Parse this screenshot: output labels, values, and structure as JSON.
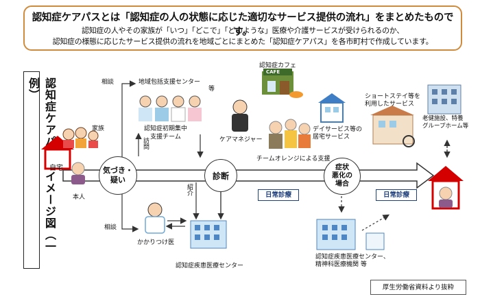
{
  "header": {
    "title": "認知症ケアパスとは「認知症の人の状態に応じた適切なサービス提供の流れ」をまとめたものです。",
    "line1": "認知症の人やその家族が「いつ」「どこで」「どのような」医療や介護サービスが受けられるのか、",
    "line2": "認知症の様態に応じたサービス提供の流れを地域ごとにまとめた「認知症ケアパス」を各市町村で作成しています。"
  },
  "sidebar": {
    "title": "認知症ケアパスのイメージ図（一例）"
  },
  "nodes": {
    "home": "自宅",
    "family": "家族",
    "person": "本人",
    "notice": "気づき・\n疑い",
    "diagnosis": "診断",
    "worsen": "症状\n悪化の\n場合",
    "consult_top": "相談",
    "consult_bottom": "相談",
    "visit": "訪問",
    "referral": "紹介",
    "chiiki": "地域包括支援センター",
    "chiiki_suffix": "等",
    "initial_team": "認知症初期集中\n支援チーム",
    "care_manager": "ケアマネジャー",
    "cafe": "認知症カフェ",
    "cafe_sign": "CAFE",
    "orange": "チームオレンジによる支援",
    "day_service": "デイサービス等の\n居宅サービス",
    "short_stay": "ショートステイ等を\n利用したサービス",
    "facility": "老健施設、特養\nグループホーム等",
    "family_doctor": "かかりつけ医",
    "medical_center": "認知症疾患医療センター",
    "medical_center2": "認知症疾患医療センター、\n精神科医療機関 等",
    "daily1": "日常診療",
    "daily2": "日常診療"
  },
  "footer": {
    "credit": "厚生労働省資料より抜粋"
  },
  "colors": {
    "border": "#d08a3c",
    "arrow": "#333333",
    "house": "#d40000",
    "label_blue": "#1f3f7a"
  }
}
